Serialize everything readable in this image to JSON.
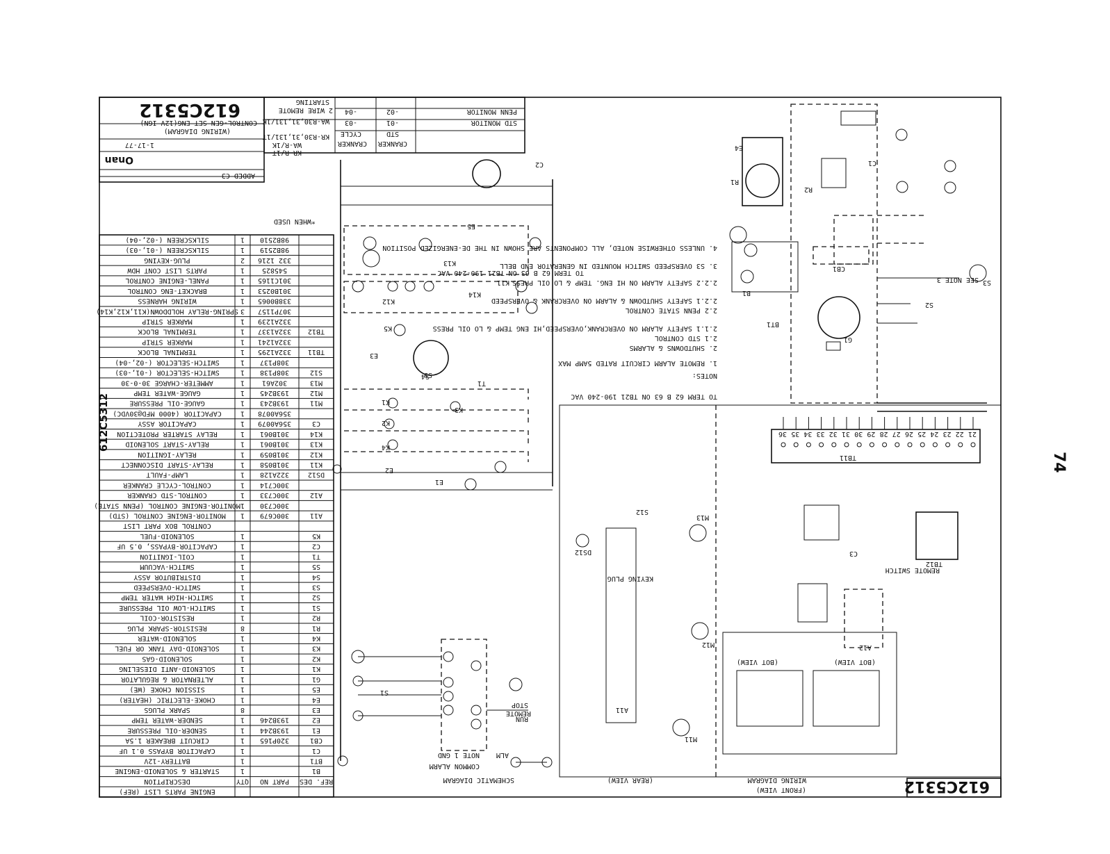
{
  "drawing": {
    "number": "612C5312",
    "page_number": "74",
    "title_block": {
      "title_line1": "CONTROL-GEN SET ENG(12V IGN)",
      "title_line2": "(WIRING DIAGRAM)",
      "date": "1-17-77",
      "brand": "Onan",
      "revision_note": "ADDED C3",
      "starting_label": "STARTING",
      "starting_value": "2 WIRE REMOTE"
    },
    "variant_table": {
      "rows": [
        [
          "PENN MONITOR",
          "-02",
          "-04"
        ],
        [
          "STD MONITOR",
          "-01",
          "-03"
        ],
        [
          "",
          "STD",
          "CYCLE"
        ],
        [
          "",
          "CRANKER",
          "CRANKER"
        ]
      ],
      "models": [
        "WA-R30,31,131/1K",
        "KR-R30,31,131/1T",
        "WA-R/1K",
        "KR-R/1T"
      ]
    },
    "section_labels": {
      "schematic": "SCHEMATIC DIAGRAM",
      "wiring": "WIRING DIAGRAM",
      "rear_view": "(REAR VIEW)",
      "front_view": "(FRONT VIEW)",
      "bot_view_1": "(BOT VIEW)",
      "bot_view_2": "(BOT VIEW)",
      "when_used": "*WHEN USED",
      "remote_switch": "REMOTE SWITCH",
      "keying_plug": "KEYING PLUG",
      "common_alarm": "COMMON ALARM",
      "note1_gnd": "NOTE 1 GND",
      "alm": "ALM",
      "stop": "STOP",
      "run": "RUN",
      "remote": "REMOTE"
    },
    "notes": {
      "heading": "NOTES:",
      "lines": [
        "1. REMOTE ALARM CIRCUIT RATED 5AMP MAX",
        "2. SHUTDOWNS & ALARMS",
        "2.1 STD CONTROL",
        "2.1.1 SAFETY ALARM ON OVERCRANK,OVERSPEED,HI ENG TEMP & LO OIL PRESS",
        "2.2 PENN STATE CONTROL",
        "2.2.1 SAFETY SHUTDOWN & ALARM ON OVERCRANK & OVERSPEED",
        "2.2.2 SAFETY ALARM ON HI ENG. TEMP & LO OIL PRESS",
        "3. S3 OVERSPEED SWITCH MOUNTED IN GENERATOR END BELL",
        "4. UNLESS OTHERWISE NOTED, ALL COMPONENTS ARE SHOWN IN THE DE-ENERGIZED POSITION"
      ],
      "term_note_1": "TO TERM 62 B 63 ON TB21 190-240 VAC",
      "term_note_2": "TO TERM 62 B 63 ON TB21 190-240 VAC",
      "see_note": "SEE NOTE 3"
    },
    "parts_list": {
      "heading": "ENGINE PARTS LIST (REF)",
      "columns": [
        "REF. DES",
        "PART NO",
        "QTY",
        "DESCRIPTION"
      ],
      "control_box_heading": "CONTROL BOX PART LIST",
      "rows": [
        [
          "B1",
          "",
          "1",
          "STARTER & SOLENOID-ENGINE"
        ],
        [
          "BT1",
          "",
          "1",
          "BATTERY-12V"
        ],
        [
          "C1",
          "",
          "1",
          "CAPACITOR BYPASS 0.1 UF"
        ],
        [
          "CB1",
          "320P165",
          "1",
          "CIRCUIT BREAKER 1.5A"
        ],
        [
          "E1",
          "193B244",
          "1",
          "SENDER-OIL PRESSURE"
        ],
        [
          "E2",
          "193B246",
          "1",
          "SENDER-WATER TEMP"
        ],
        [
          "E3",
          "",
          "8",
          "SPARK PLUGS"
        ],
        [
          "E4",
          "",
          "1",
          "CHOKE-ELECTRIC (HEATER)"
        ],
        [
          "E5",
          "",
          "1",
          "SISSION CHOKE (WE)"
        ],
        [
          "G1",
          "",
          "1",
          "ALTERNATOR & REGULATOR"
        ],
        [
          "K1",
          "",
          "1",
          "SOLENOID-ANTI DIESELING"
        ],
        [
          "K2",
          "",
          "1",
          "SOLENOID-GAS"
        ],
        [
          "K3",
          "",
          "1",
          "SOLENOID-DAY TANK OR FUEL"
        ],
        [
          "K4",
          "",
          "1",
          "SOLENOID-WATER"
        ],
        [
          "R1",
          "",
          "8",
          "RESISTOR-SPARK PLUG"
        ],
        [
          "R2",
          "",
          "1",
          "RESISTOR-COIL"
        ],
        [
          "S1",
          "",
          "1",
          "SWITCH-LOW OIL PRESSURE"
        ],
        [
          "S2",
          "",
          "1",
          "SWITCH-HIGH WATER TEMP"
        ],
        [
          "S3",
          "",
          "1",
          "SWITCH-OVERSPEED"
        ],
        [
          "S4",
          "",
          "1",
          "DISTRIBUTOR ASSY"
        ],
        [
          "S5",
          "",
          "1",
          "SWITCH-VACUUM"
        ],
        [
          "T1",
          "",
          "1",
          "COIL-IGNITION"
        ],
        [
          "C2",
          "",
          "1",
          "CAPACITOR-BYPASS, 0.5 UF"
        ],
        [
          "K5",
          "",
          "1",
          "SOLENOID-FUEL"
        ],
        [
          "A11",
          "300C679",
          "1",
          "MONITOR-ENGINE CONTROL (STD)"
        ],
        [
          "",
          "300C730",
          "1",
          "MONITOR-ENGINE CONTROL (PENN STATE)"
        ],
        [
          "A12",
          "300C733",
          "1",
          "CONTROL-STD CRANKER"
        ],
        [
          "",
          "300C714",
          "1",
          "CONTROL-CYCLE CRANKER"
        ],
        [
          "DS12",
          "322A128",
          "1",
          "LAMP-FAULT"
        ],
        [
          "K11",
          "301B058",
          "1",
          "RELAY-START DISCONNECT"
        ],
        [
          "K12",
          "301B059",
          "1",
          "RELAY-IGNITION"
        ],
        [
          "K13",
          "301B061",
          "1",
          "RELAY-START SOLENOID"
        ],
        [
          "K14",
          "301B061",
          "1",
          "RELAY STARTER PROTECTION"
        ],
        [
          "C3",
          "356A0079",
          "1",
          "CAPACITOR ASSY"
        ],
        [
          "",
          "356A0078",
          "1",
          "CAPACITOR (4000 MFD@30VDC)"
        ],
        [
          "M11",
          "193B243",
          "1",
          "GAUGE-OIL PRESSURE"
        ],
        [
          "M12",
          "193B245",
          "1",
          "GAUGE-WATER TEMP"
        ],
        [
          "M13",
          "302A61",
          "1",
          "AMMETER-CHARGE 30-0-30"
        ],
        [
          "S12",
          "308P138",
          "1",
          "SWITCH-SELECTOR (-01,-03)"
        ],
        [
          "",
          "308P137",
          "1",
          "SWITCH-SELECTOR (-02,-04)"
        ],
        [
          "TB11",
          "332A1295",
          "1",
          "TERMINAL BLOCK"
        ],
        [
          "",
          "332A1241",
          "1",
          "MARKER STRIP"
        ],
        [
          "TB12",
          "332A1337",
          "1",
          "TERMINAL BLOCK"
        ],
        [
          "",
          "332A1239",
          "1",
          "MARKER STRIP"
        ],
        [
          "",
          "307P1157",
          "3",
          "SPRING-RELAY HOLDDOWN(K11,K12,K14)"
        ],
        [
          "",
          "338B0065",
          "1",
          "WIRING HARNESS"
        ],
        [
          "",
          "301B0253",
          "1",
          "BRACKET-ENG CONTROL"
        ],
        [
          "",
          "301C1165",
          "1",
          "PANEL-ENGINE CONTROL"
        ],
        [
          "",
          "545825",
          "1",
          "PARTS LIST CONT HDW"
        ],
        [
          "",
          "332 1216",
          "2",
          "PLUG-KEYING"
        ],
        [
          "",
          "98B2519",
          "1",
          "SILKSCREEN (-01,-03)"
        ],
        [
          "",
          "98B2510",
          "1",
          "SILKSCREEN (-02,-04)"
        ]
      ]
    },
    "component_labels": [
      "K11",
      "K12",
      "K13",
      "K14",
      "K1",
      "K2",
      "K3",
      "K4",
      "K5",
      "E1",
      "E2",
      "E3",
      "E4",
      "E5",
      "S1",
      "S2",
      "S3",
      "S4",
      "S5",
      "BT1",
      "B1",
      "CB1",
      "G1",
      "C1",
      "C2",
      "C3",
      "T1",
      "R1",
      "R2",
      "M11",
      "M12",
      "M13",
      "A11",
      "A12",
      "DS12",
      "S12",
      "TB11",
      "TB12"
    ],
    "terminal_numbers": [
      "21",
      "22",
      "23",
      "24",
      "25",
      "26",
      "27",
      "28",
      "29",
      "30",
      "31",
      "32",
      "33",
      "34",
      "35",
      "36"
    ]
  }
}
